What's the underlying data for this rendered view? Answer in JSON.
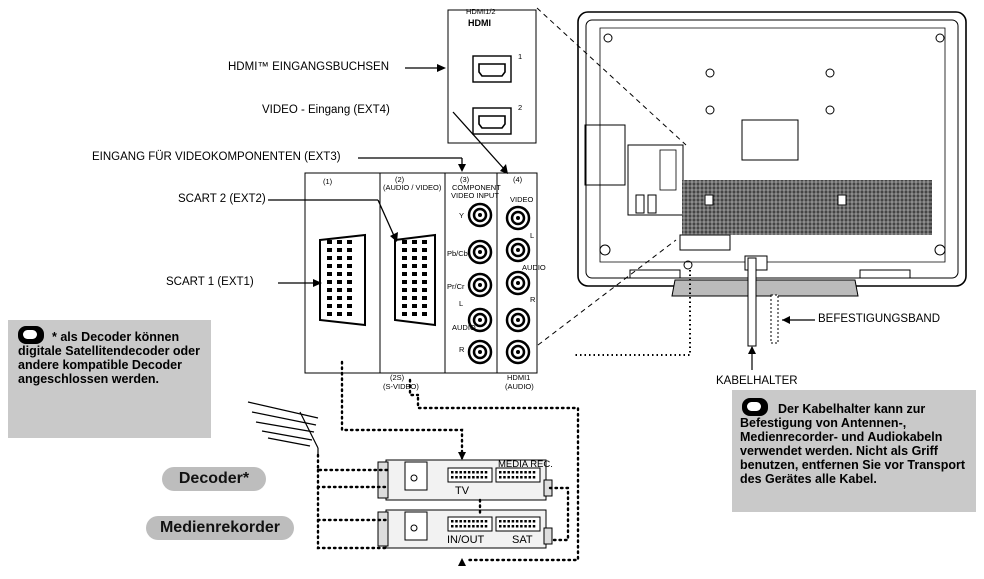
{
  "labels": {
    "hdmi_inputs": "HDMI™ EINGANGSBUCHSEN",
    "video_input": "VIDEO - Eingang (EXT4)",
    "component_input": "EINGANG FÜR VIDEOKOMPONENTEN (EXT3)",
    "scart2": "SCART 2 (EXT2)",
    "scart1": "SCART 1 (EXT1)",
    "fastening_band": "BEFESTIGUNGSBAND",
    "cable_holder": "KABELHALTER"
  },
  "panel": {
    "hdmi_header": "HDMI1/2",
    "hdmi_logo": "HDMI",
    "hdmi_port1": "1",
    "hdmi_port2": "2",
    "port1_label": "(1)",
    "port2_label": "(2)",
    "port2_sub": "(AUDIO / VIDEO)",
    "port3_label": "(3)",
    "port3_sub1": "COMPONENT",
    "port3_sub2": "VIDEO INPUT",
    "port4_label": "(4)",
    "video_label": "VIDEO",
    "y_label": "Y",
    "pb_label": "Pb/Cb",
    "pr_label": "Pr/Cr",
    "audio_label": "AUDIO",
    "l_label": "L",
    "r_label": "R",
    "s_video_label1": "(2S)",
    "s_video_label2": "(S-VIDEO)",
    "hdmi1_audio1": "HDMI1",
    "hdmi1_audio2": "(AUDIO)"
  },
  "notes": {
    "decoder_note": "* als Decoder können digitale Satellitendecoder oder andere kompatible Decoder angeschlossen werden.",
    "cable_holder_note": "Der Kabelhalter kann zur Befestigung von Antennen-, Medienrecorder- und Audiokabeln verwendet werden. Nicht als Griff benutzen, entfernen Sie vor Transport des Gerätes alle Kabel."
  },
  "devices": {
    "decoder": "Decoder*",
    "media_recorder": "Medienrekorder",
    "box1_tv": "TV",
    "box1_media": "MEDIA REC.",
    "box2_inout": "IN/OUT",
    "box2_sat": "SAT"
  }
}
